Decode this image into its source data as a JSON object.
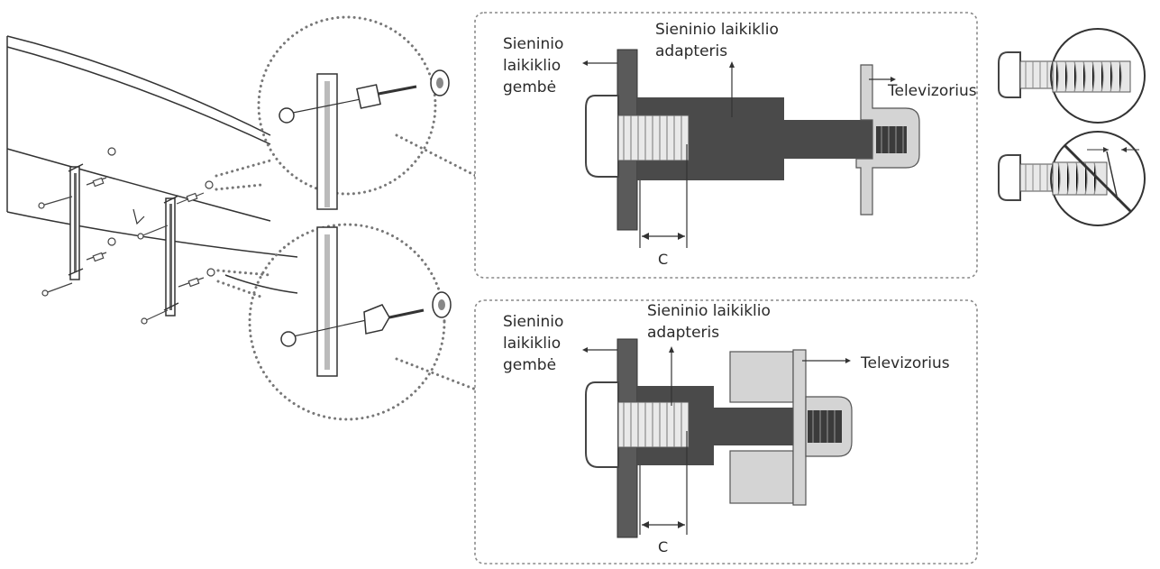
{
  "labels": {
    "top": {
      "bracket": [
        "Sieninio",
        "laikiklio",
        "gembė"
      ],
      "adapter": [
        "Sieninio laikiklio",
        "adapteris"
      ],
      "tv": "Televizorius",
      "dimension": "C"
    },
    "bottom": {
      "bracket": [
        "Sieninio",
        "laikiklio",
        "gembė"
      ],
      "adapter": [
        "Sieninio laikiklio",
        "adapteris"
      ],
      "tv": "Televizorius",
      "dimension": "C"
    }
  },
  "colors": {
    "ink": "#333333",
    "wall": "#5a5a5a",
    "adapter": "#4a4a4a",
    "tv_part": "#d4d4d4",
    "panel_border": "#8a8a8a"
  }
}
